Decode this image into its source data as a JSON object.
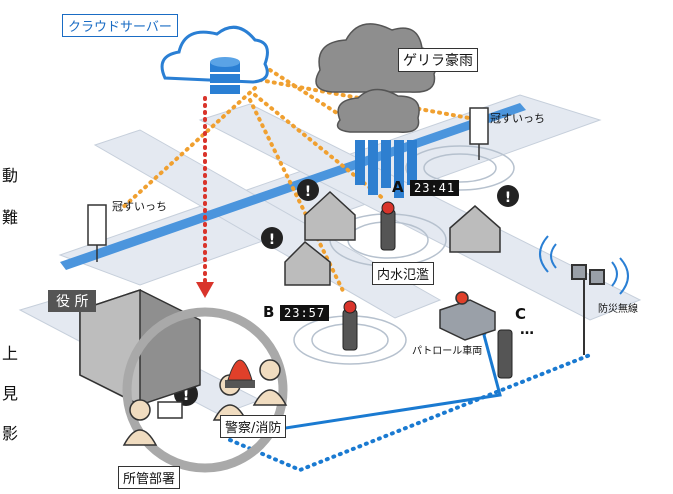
{
  "cloud_server": {
    "label": "クラウドサーバー"
  },
  "rain": {
    "label": "ゲリラ豪雨"
  },
  "sensors": [
    {
      "id": "A",
      "time": "23:41"
    },
    {
      "id": "B",
      "time": "23:57"
    },
    {
      "id": "C",
      "extra": "…"
    }
  ],
  "cover_switch_labels": [
    "冠すいっち",
    "冠すいっち"
  ],
  "flood_label": "内水氾濫",
  "patrol_label": "パトロール車両",
  "office_label": "役 所",
  "police_label": "警察/消防",
  "dept_label": "所管部署",
  "radio_label": "防災無線",
  "edge_text": [
    "動",
    "難",
    "上",
    "見",
    "影"
  ],
  "colors": {
    "orange_link": "#f0a030",
    "red_link": "#d9342b",
    "blue_link": "#1a7ad1",
    "road": "#dfe5ee",
    "water": "#3c8bd9"
  }
}
